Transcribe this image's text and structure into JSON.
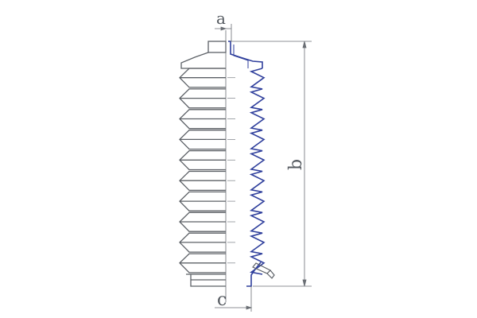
{
  "drawing": {
    "colors": {
      "outline": "#5c6066",
      "section": "#2f3f9c",
      "dimension": "#6a6e74",
      "background": "#ffffff"
    },
    "dimensions": {
      "a": "a",
      "b": "b",
      "c": "c"
    },
    "bellows": {
      "fold_count": 10
    }
  }
}
